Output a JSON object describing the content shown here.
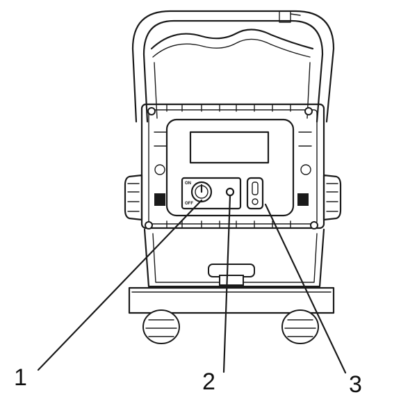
{
  "callouts": [
    {
      "number": "1"
    },
    {
      "number": "2"
    },
    {
      "number": "3"
    }
  ],
  "switch_labels": {
    "on": "ON",
    "off": "OFF"
  }
}
